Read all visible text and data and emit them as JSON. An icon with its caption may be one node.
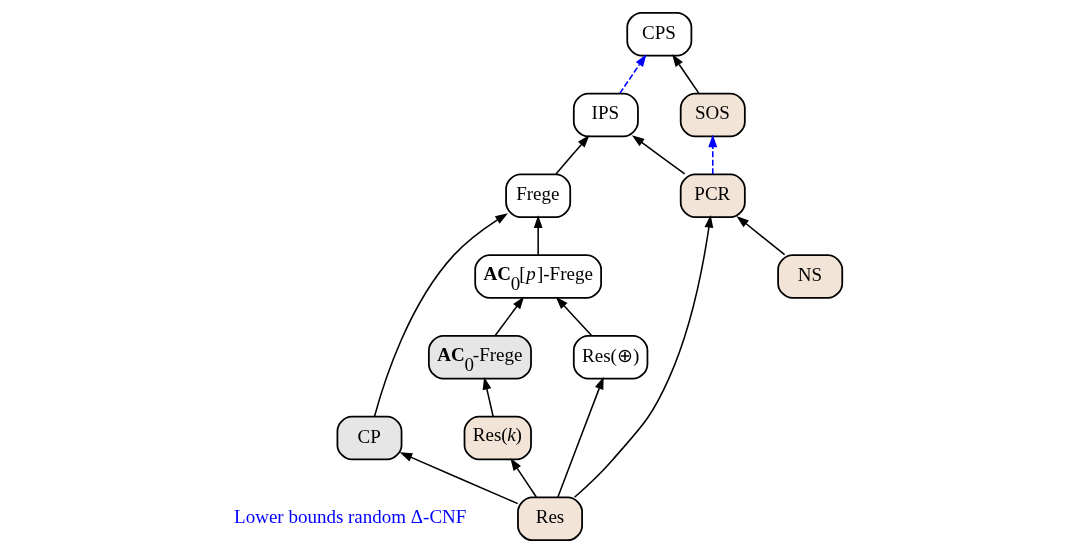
{
  "diagram": {
    "nodes": [
      {
        "text": [
          "CPS"
        ]
      },
      {
        "text": [
          "IPS"
        ]
      },
      {
        "text": [
          "Frege"
        ]
      },
      {
        "text": [
          "**AC**$_{0}$[*p*]-Frege"
        ]
      },
      {
        "text": [
          "Res(⊕)"
        ]
      },
      {
        "text": [
          "SOS"
        ]
      },
      {
        "text": [
          "**AC**$_{0}$-Frege"
        ]
      },
      {
        "text": [
          "PCR"
        ]
      },
      {
        "text": [
          "Res(*k*)"
        ]
      },
      {
        "text": [
          "CP"
        ]
      },
      {
        "text": [
          "NS"
        ]
      },
      {
        "text": [
          "Res"
        ]
      }
    ],
    "edges": [
      {
        "from": 5,
        "to": 0,
        "arrow": "to"
      },
      {
        "from": 1,
        "to": 0,
        "arrow": "to",
        "style": "dashed",
        "color": "#0000ff"
      },
      {
        "from": 7,
        "to": 1,
        "arrow": "to"
      },
      {
        "from": 2,
        "to": 1,
        "arrow": "to"
      },
      {
        "from": 3,
        "to": 2,
        "arrow": "to"
      },
      {
        "from": 4,
        "to": 3,
        "arrow": "to"
      },
      {
        "from": 6,
        "to": 3,
        "arrow": "to"
      },
      {
        "from": 8,
        "to": 6,
        "arrow": "to"
      },
      {
        "from": 11,
        "to": 8,
        "arrow": "to"
      },
      {
        "from": 11,
        "to": 4,
        "arrow": "to"
      },
      {
        "from": 11,
        "to": 7,
        "arrow": "to"
      },
      {
        "from": 11,
        "to": 9,
        "arrow": "to"
      },
      {
        "from": 9,
        "to": 2,
        "arrow": "to"
      },
      {
        "from": 10,
        "to": 7,
        "arrow": "to"
      },
      {
        "from": 7,
        "to": 5,
        "arrow": "to",
        "style": "dashed",
        "color": "#0000ff"
      }
    ],
    "labels": [
      "Lower bounds random Δ-CNF"
    ]
  }
}
